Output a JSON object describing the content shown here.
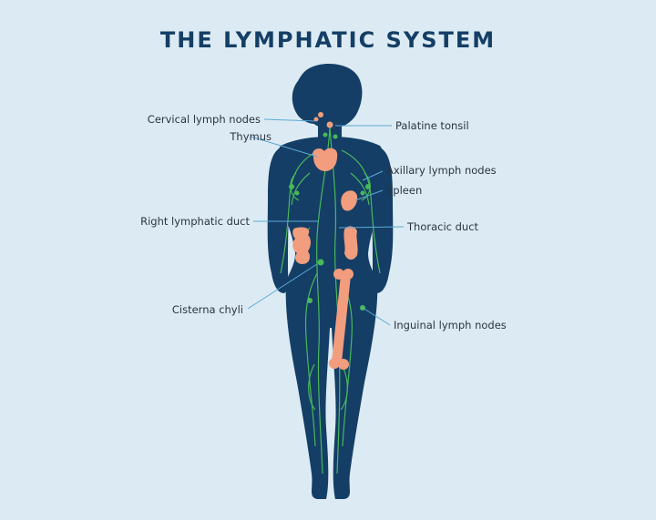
{
  "title": "THE LYMPHATIC SYSTEM",
  "colors": {
    "background": "#dcebf3",
    "body": "#143e66",
    "lymph_vessels": "#49b85a",
    "organs": "#f29d7d",
    "leader_lines": "#5aa9d6"
  },
  "labels": {
    "cervical": "Cervical lymph nodes",
    "thymus": "Thymus",
    "right_duct": "Right lymphatic duct",
    "cisterna": "Cisterna chyli",
    "palatine": "Palatine tonsil",
    "axillary": "Axillary lymph nodes",
    "spleen": "Spleen",
    "thoracic": "Thoracic duct",
    "inguinal": "Inguinal lymph nodes"
  }
}
